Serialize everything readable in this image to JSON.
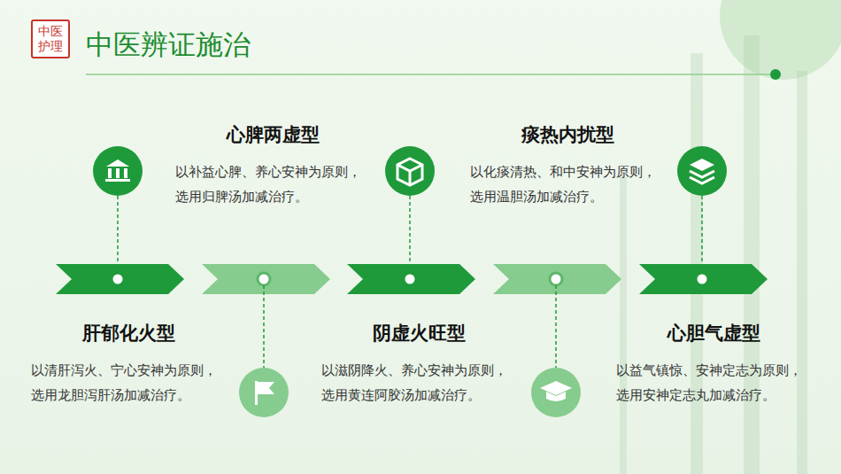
{
  "diagram": {
    "title": "中医辨证施治",
    "nodes": [
      {
        "text": [
          "中医 护理"
        ]
      },
      {
        "text": [
          "肝郁化火型",
          "以清肝泻火、宁心安神为原则，选用龙胆泻肝汤加减治疗。"
        ]
      },
      {
        "text": [
          "心脾两虚型",
          "以补益心脾、养心安神为原则，选用归脾汤加减治疗。"
        ]
      },
      {
        "text": [
          "阴虚火旺型",
          "以滋阴降火、养心安神为原则，选用黄连阿胶汤加减治疗。"
        ]
      },
      {
        "text": [
          "痰热内扰型",
          "以化痰清热、和中安神为原则，选用温胆汤加减治疗。"
        ]
      },
      {
        "text": [
          "心胆气虚型",
          "以益气镇惊、安神定志为原则，选用安神定志丸加减治疗。"
        ]
      }
    ]
  }
}
